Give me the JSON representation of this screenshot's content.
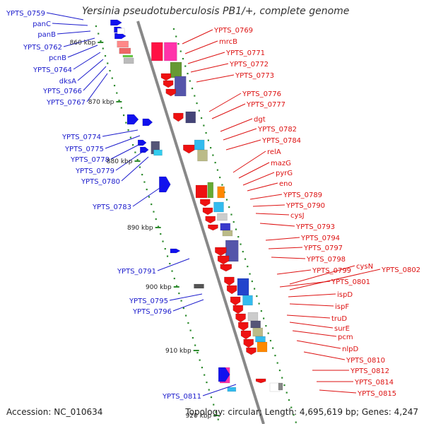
{
  "title": "Yersinia pseudotuberculosis PB1/+, complete genome",
  "footer": {
    "accession": "Accession: NC_010634",
    "stats": "Topology: circular; Length: 4,695,619 bp; Genes: 4,247"
  },
  "colors": {
    "backbone": "#888888",
    "left_gene_labels": "#1a1acc",
    "right_gene_labels": "#dd1111",
    "forward_strand_genes": "#1111ee",
    "reverse_strand_genes": "#ee1111",
    "scale_ticks": "#2e8b2e"
  },
  "scale_labels": [
    "860 kbp",
    "870 kbp",
    "880 kbp",
    "890 kbp",
    "900 kbp",
    "910 kbp",
    "920 kbp"
  ],
  "left_genes": [
    "YPTS_0759",
    "panC",
    "panB",
    "YPTS_0762",
    "pcnB",
    "YPTS_0764",
    "dksA",
    "YPTS_0766",
    "YPTS_0767",
    "YPTS_0774",
    "YPTS_0775",
    "YPTS_0778",
    "YPTS_0779",
    "YPTS_0780",
    "YPTS_0783",
    "YPTS_0791",
    "YPTS_0795",
    "YPTS_0796",
    "YPTS_0811"
  ],
  "right_genes": [
    "YPTS_0769",
    "mrcB",
    "YPTS_0771",
    "YPTS_0772",
    "YPTS_0773",
    "YPTS_0776",
    "YPTS_0777",
    "dgt",
    "YPTS_0782",
    "YPTS_0784",
    "relA",
    "mazG",
    "pyrG",
    "eno",
    "YPTS_0789",
    "YPTS_0790",
    "cysJ",
    "YPTS_0793",
    "YPTS_0794",
    "YPTS_0797",
    "YPTS_0798",
    "YPTS_0799",
    "cysN",
    "YPTS_0802",
    "YPTS_0801",
    "ispD",
    "ispF",
    "truD",
    "surE",
    "pcm",
    "nlpD",
    "YPTS_0810",
    "YPTS_0812",
    "YPTS_0814",
    "YPTS_0815"
  ]
}
